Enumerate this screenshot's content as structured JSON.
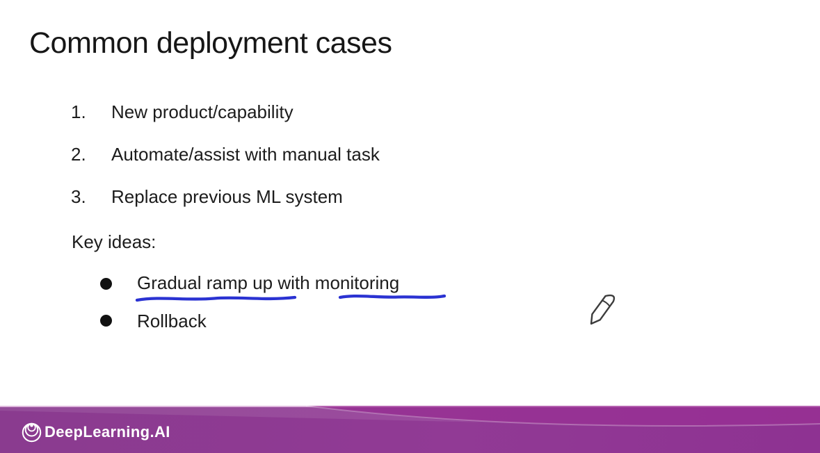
{
  "slide": {
    "title": "Common deployment cases",
    "deployment_list": {
      "items": [
        {
          "number": "1.",
          "text": "New product/capability"
        },
        {
          "number": "2.",
          "text": "Automate/assist with manual task"
        },
        {
          "number": "3.",
          "text": "Replace previous ML system"
        }
      ]
    },
    "key_ideas": {
      "label": "Key ideas:",
      "bullets": [
        {
          "text": "Gradual ramp up with monitoring",
          "underlined_phrases": [
            "Gradual ramp up",
            "monitoring"
          ]
        },
        {
          "text": "Rollback"
        }
      ]
    },
    "annotations": {
      "pencil_icon": "pencil-cursor",
      "underline_style": "hand-drawn"
    }
  },
  "footer": {
    "brand": "DeepLearning.AI",
    "logo_icon": "deeplearning-ai-logo"
  },
  "colors": {
    "background": "#ffffff",
    "text": "#1c1c1c",
    "ink_blue": "#2a32d2",
    "footer_purple": "#8e3a92",
    "footer_swoosh": "#9b2e95",
    "footer_text": "#ffffff"
  }
}
